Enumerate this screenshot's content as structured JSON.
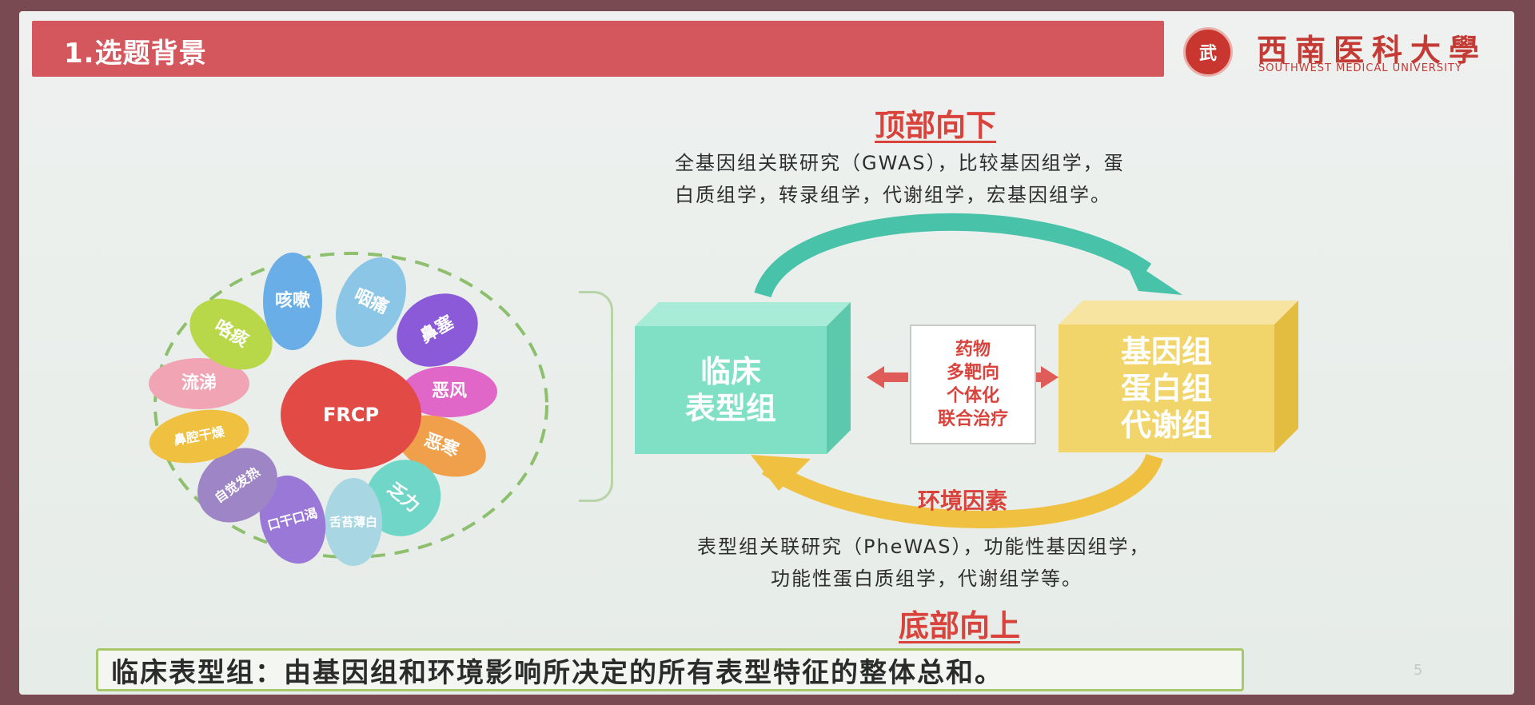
{
  "header": {
    "title": "1.选题背景",
    "university_cn": "西南医科大學",
    "university_en": "SOUTHWEST MEDICAL UNIVERSITY",
    "seal_text": "武"
  },
  "top": {
    "heading": "顶部向下",
    "line1": "全基因组关联研究（GWAS），比较基因组学，蛋",
    "line2": "白质组学，转录组学，代谢组学，宏基因组学。"
  },
  "flower": {
    "center": "FRCP",
    "petals": [
      {
        "label": "咳嗽",
        "color": "#6aaee8"
      },
      {
        "label": "咽痛",
        "color": "#8cc6e6"
      },
      {
        "label": "鼻塞",
        "color": "#8a5ad8"
      },
      {
        "label": "恶风",
        "color": "#e066c8"
      },
      {
        "label": "恶寒",
        "color": "#f0a04a"
      },
      {
        "label": "乏力",
        "color": "#6fd6c8"
      },
      {
        "label": "舌苔薄白",
        "color": "#a8d6e2"
      },
      {
        "label": "口干口渴",
        "color": "#9a78d8"
      },
      {
        "label": "自觉发热",
        "color": "#9e86c6"
      },
      {
        "label": "鼻腔干燥",
        "color": "#f0c040"
      },
      {
        "label": "流涕",
        "color": "#f0a4b4"
      },
      {
        "label": "咯痰",
        "color": "#b8d84a"
      }
    ]
  },
  "boxes": {
    "left": "临床\n表型组",
    "right_line1": "基因组",
    "right_line2": "蛋白组",
    "right_line3": "代谢组",
    "middle": [
      "药物",
      "多靶向",
      "个体化",
      "联合治疗"
    ],
    "env": "环境因素"
  },
  "bottom": {
    "line1": "表型组关联研究（PheWAS），功能性基因组学，",
    "line2": "功能性蛋白质组学，代谢组学等。",
    "heading": "底部向上"
  },
  "definition": "临床表型组：由基因组和环境影响所决定的所有表型特征的整体总和。",
  "page_number": "5",
  "colors": {
    "banner": "#d4575e",
    "accent_red": "#d9433c",
    "teal_box": "#7fe0c6",
    "yellow_box": "#f2d56a",
    "arrow_top": "#48c2a8",
    "arrow_bottom": "#f0c040"
  }
}
